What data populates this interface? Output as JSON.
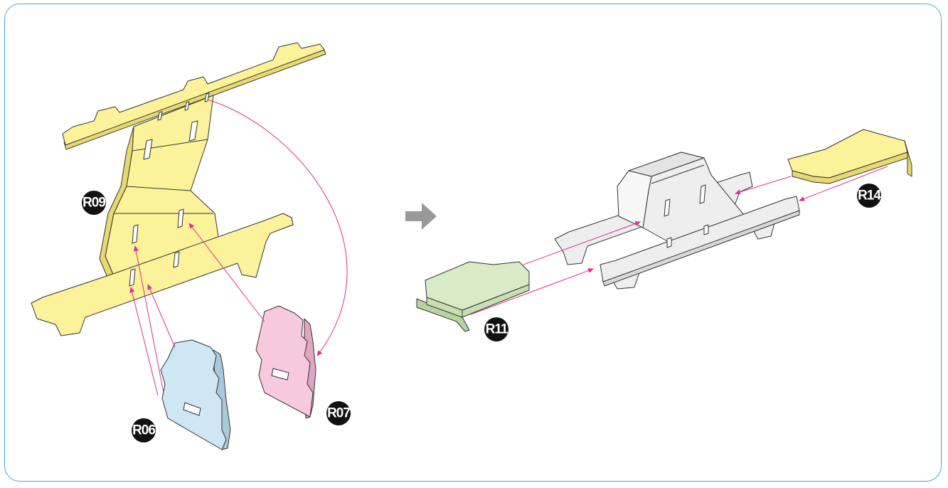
{
  "labels": {
    "r09": "R09",
    "r06": "R06",
    "r07": "R07",
    "r11": "R11",
    "r14": "R14"
  },
  "colors": {
    "frame": "#3fa9d6",
    "yellow": "#fbf29a",
    "blue": "#cfe6f5",
    "pink": "#f6c9de",
    "green": "#d8eac6",
    "gray": "#eeeeee",
    "arrow": "#e02e8c",
    "step_arrow": "#999999",
    "label_badge": "#111111"
  },
  "icons": {
    "step": "right-arrow-icon"
  }
}
